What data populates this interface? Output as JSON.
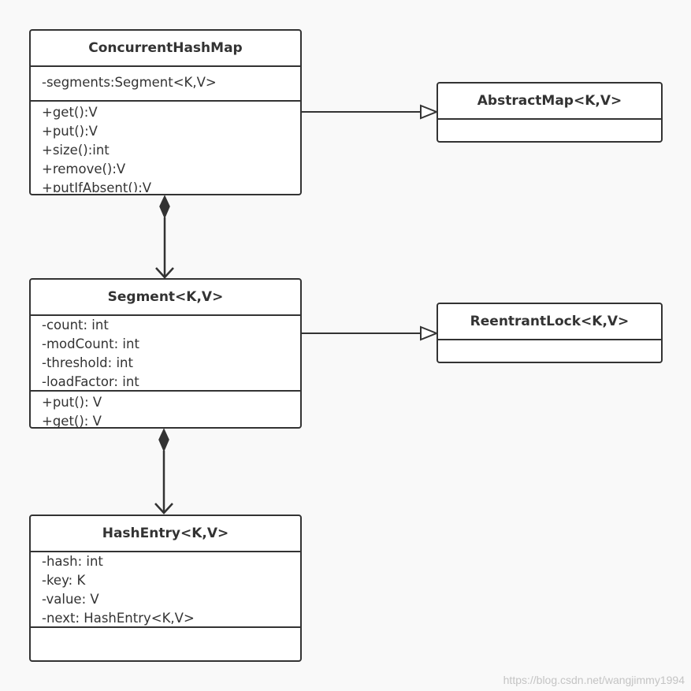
{
  "classes": {
    "concurrent_hash_map": {
      "name": "ConcurrentHashMap",
      "attributes": [
        "-segments:Segment<K,V>"
      ],
      "methods": [
        "+get():V",
        "+put():V",
        "+size():int",
        "+remove():V",
        "+putIfAbsent():V"
      ]
    },
    "abstract_map": {
      "name": "AbstractMap<K,V>",
      "attributes": [],
      "methods": []
    },
    "segment": {
      "name": "Segment<K,V>",
      "attributes": [
        "-count: int",
        "-modCount: int",
        "-threshold: int",
        "-loadFactor: int"
      ],
      "methods": [
        "+put(): V",
        "+get(): V"
      ]
    },
    "reentrant_lock": {
      "name": "ReentrantLock<K,V>",
      "attributes": [],
      "methods": []
    },
    "hash_entry": {
      "name": "HashEntry<K,V>",
      "attributes": [
        "-hash: int",
        "-key: K",
        "-value: V",
        "-next: HashEntry<K,V>"
      ],
      "methods": []
    }
  },
  "relations": [
    {
      "from": "ConcurrentHashMap",
      "to": "AbstractMap<K,V>",
      "type": "generalization"
    },
    {
      "from": "ConcurrentHashMap",
      "to": "Segment<K,V>",
      "type": "composition"
    },
    {
      "from": "Segment<K,V>",
      "to": "ReentrantLock<K,V>",
      "type": "generalization"
    },
    {
      "from": "Segment<K,V>",
      "to": "HashEntry<K,V>",
      "type": "composition"
    }
  ],
  "watermark": "https://blog.csdn.net/wangjimmy1994"
}
